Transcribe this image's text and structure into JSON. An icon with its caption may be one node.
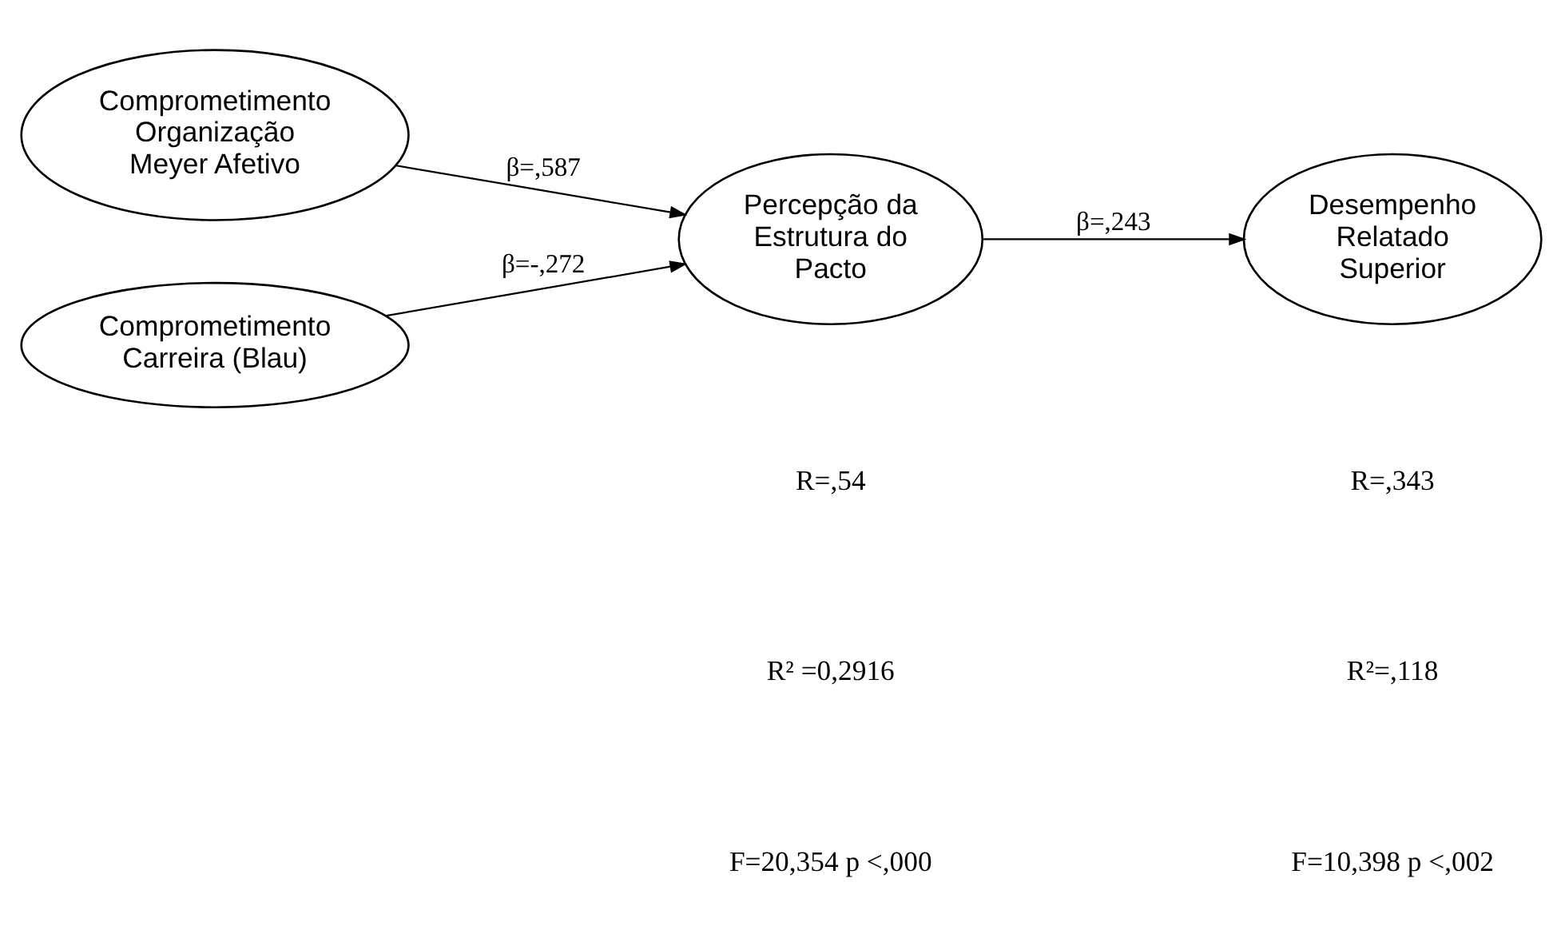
{
  "diagram": {
    "nodes": [
      {
        "text": [
          "Comprometimento Organização Meyer Afetivo"
        ]
      },
      {
        "text": [
          "Comprometimento Carreira (Blau)"
        ]
      },
      {
        "text": [
          "Percepção da Estrutura do Pacto"
        ]
      },
      {
        "text": [
          "Desempenho Relatado Superior"
        ]
      }
    ],
    "edges": [
      {
        "from": 0,
        "to": 2,
        "arrow": "to",
        "label": "β=,587"
      },
      {
        "from": 1,
        "to": 2,
        "arrow": "to",
        "label": "β=-,272"
      },
      {
        "from": 2,
        "to": 3,
        "arrow": "to",
        "label": "β=,243"
      }
    ],
    "labels": [
      "R=,54",
      "R=,343",
      "R² =0,2916",
      "R²=,118",
      "F=20,354 p <,000",
      "F=10,398 p <,002"
    ]
  }
}
